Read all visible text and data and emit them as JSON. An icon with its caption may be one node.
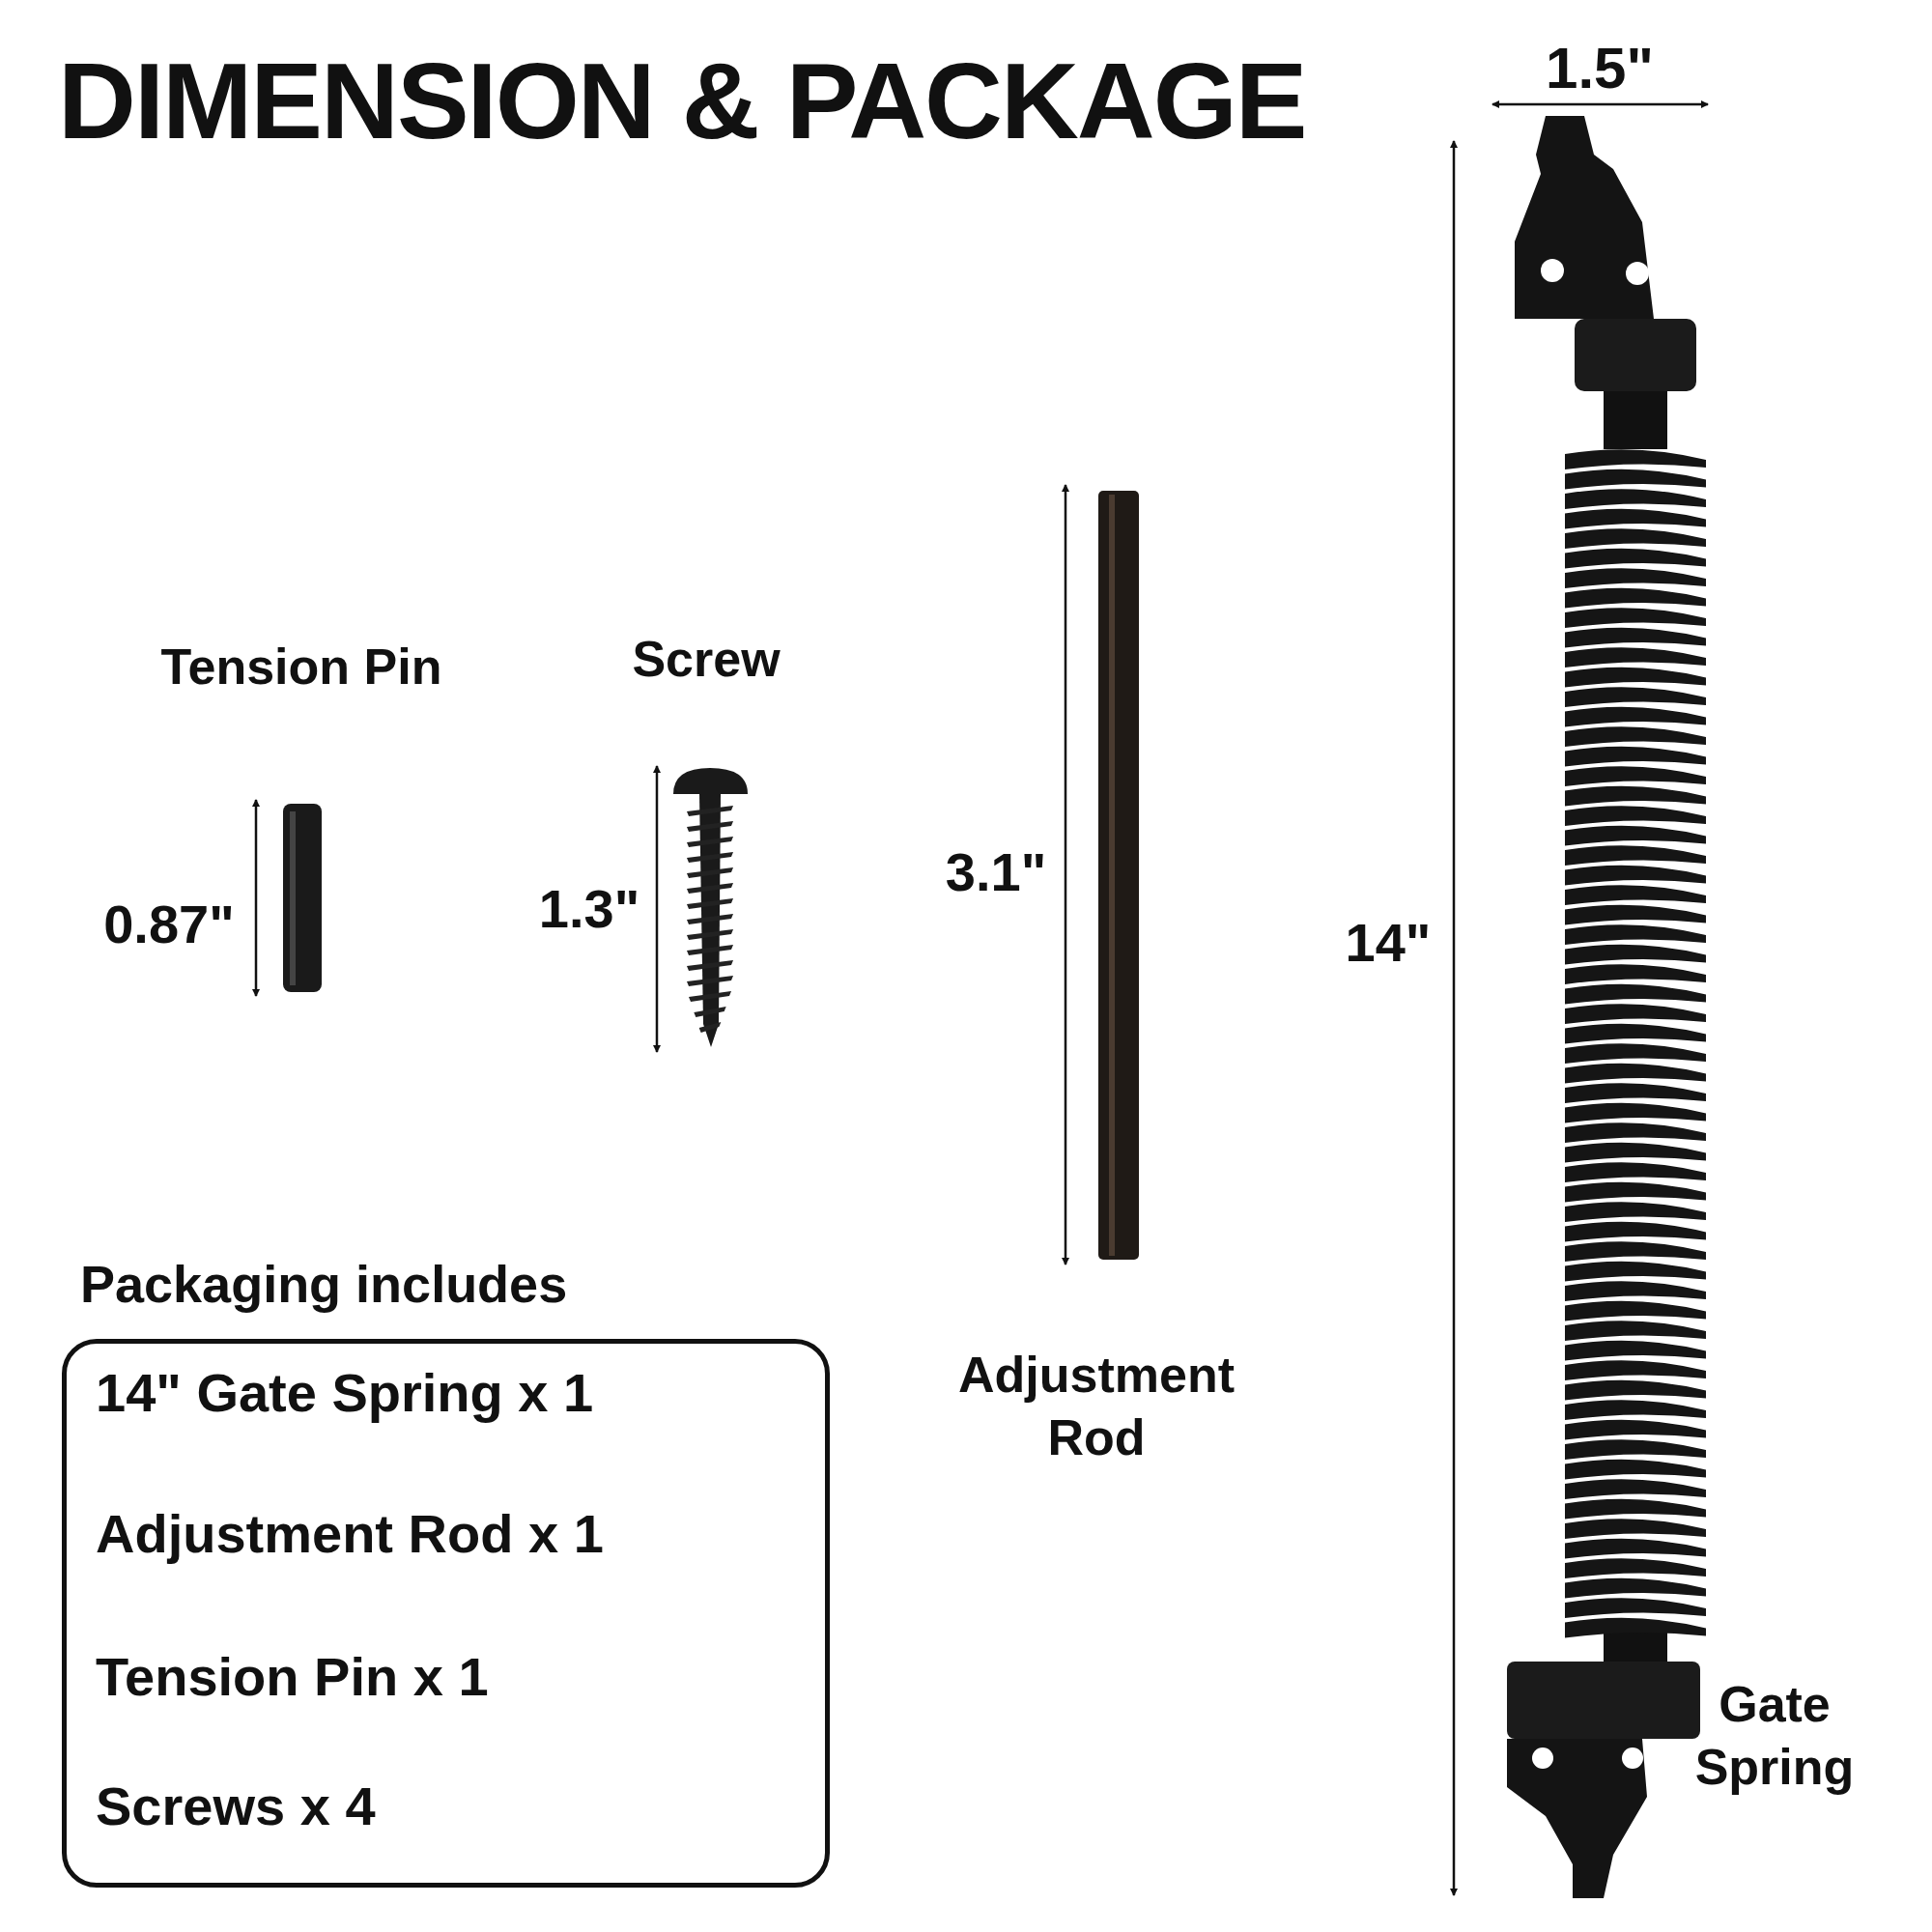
{
  "diagram": {
    "title": "DIMENSION & PACKAGE",
    "nodes": [
      {
        "text": [
          "Packaging includes",
          "14\" Gate Spring x 1",
          "Adjustment Rod x 1",
          "Tension Pin x 1",
          "Screws x 4"
        ]
      }
    ],
    "labels": [
      "1.5\"",
      "Tension Pin",
      "Screw",
      "3.1\"",
      "0.87\"",
      "1.3\"",
      "14\"",
      "Adjustment Rod",
      "Gate Spring"
    ]
  }
}
